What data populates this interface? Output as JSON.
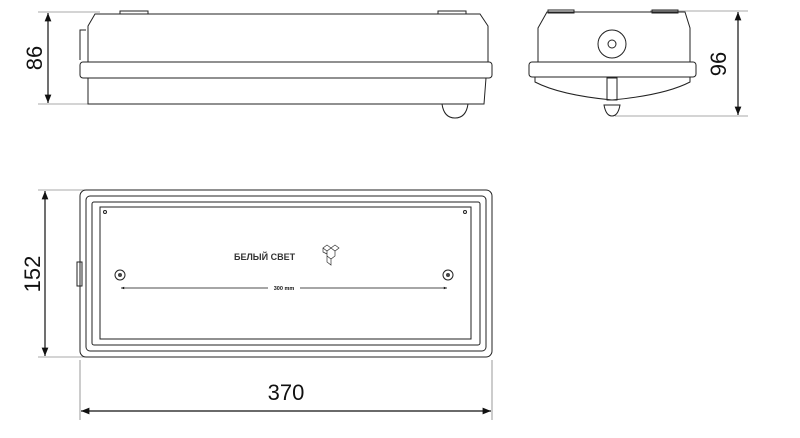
{
  "dimensions": {
    "front_height": "86",
    "side_height": "96",
    "plan_height": "152",
    "plan_width": "370",
    "mounting_distance": "300 mm"
  },
  "brand": "БЕЛЫЙ СВЕТ"
}
